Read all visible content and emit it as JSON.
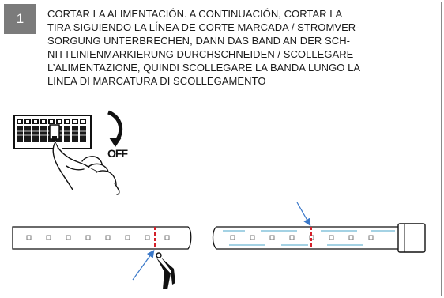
{
  "step": {
    "number": "1",
    "lines": [
      "CORTAR LA ALIMENTACIÓN. A CONTINUACIÓN, CORTAR LA",
      "TIRA SIGUIENDO LA LÍNEA DE CORTE MARCADA / STROMVER-",
      "SORGUNG UNTERBRECHEN, DANN DAS BAND AN DER SCH-",
      "NITTLINIENMARKIERUNG DURCHSCHNEIDEN / SCOLLEGARE",
      "L’ALIMENTAZIONE, QUINDI SCOLLEGARE LA BANDA LUNGO LA",
      "LINEA DI MARCATURA DI SCOLLEGAMENTO"
    ]
  },
  "illustration": {
    "switch_label": "OFF",
    "cut_mark_color": "#d4202a",
    "line_color": "#111111",
    "arrow_color": "#3a78c9"
  }
}
